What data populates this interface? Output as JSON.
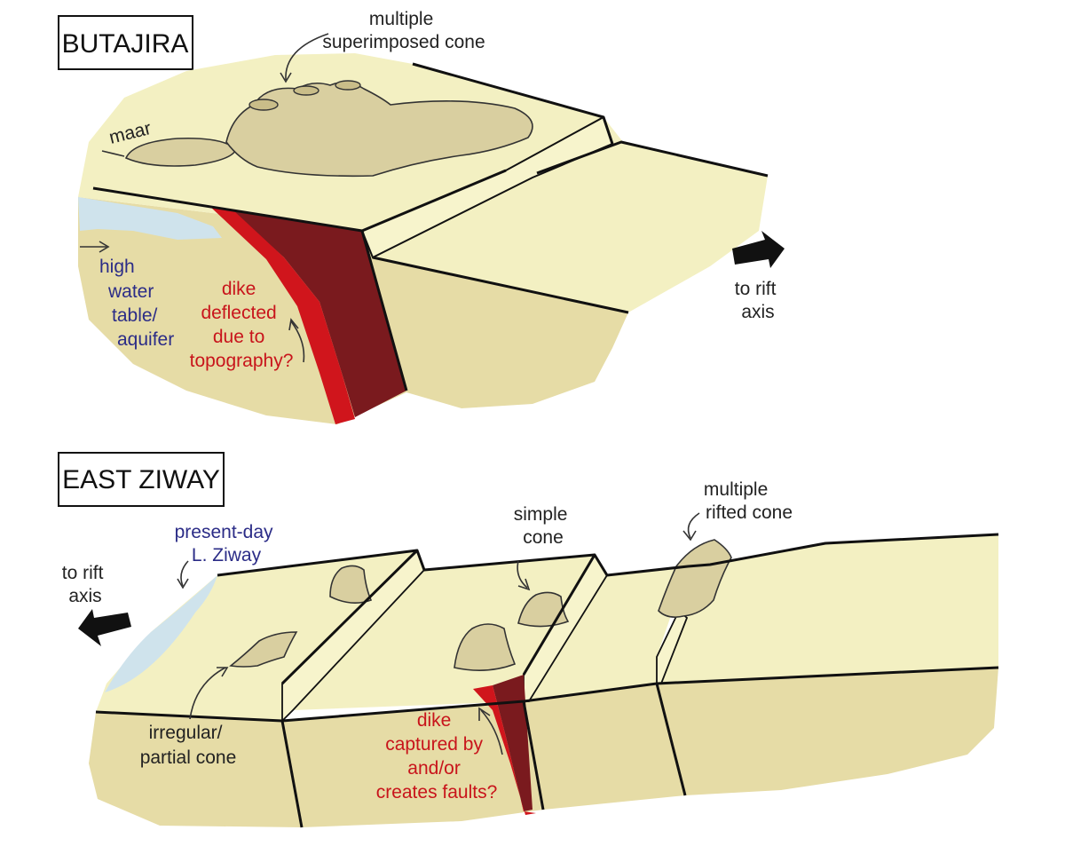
{
  "panels": [
    {
      "title": "BUTAJIRA",
      "labels": {
        "cone": [
          "multiple",
          "superimposed cone"
        ],
        "maar": "maar",
        "aquifer": [
          "high",
          "water",
          "table/",
          "aquifer"
        ],
        "dike": [
          "dike",
          "deflected",
          "due to",
          "topography?"
        ],
        "rift": [
          "to rift",
          "axis"
        ]
      }
    },
    {
      "title": "EAST ZIWAY",
      "labels": {
        "lake": [
          "present-day",
          "L. Ziway"
        ],
        "rift": [
          "to rift",
          "axis"
        ],
        "simple_cone": [
          "simple",
          "cone"
        ],
        "rifted_cone": [
          "multiple",
          "rifted cone"
        ],
        "partial_cone": [
          "irregular/",
          "partial cone"
        ],
        "dike": [
          "dike",
          "captured by",
          "and/or",
          "creates faults?"
        ]
      }
    }
  ],
  "colors": {
    "surface": "#f3f0c2",
    "block_side": "#e6dca6",
    "scarp": "#f7f4cc",
    "cone": "#d9cfa0",
    "water": "#cfe3ec",
    "dike_red": "#d0151c",
    "dike_dark": "#7a1a1e",
    "annotation_red": "#c8141b",
    "annotation_blue": "#2b2c87",
    "outline": "#111111"
  }
}
